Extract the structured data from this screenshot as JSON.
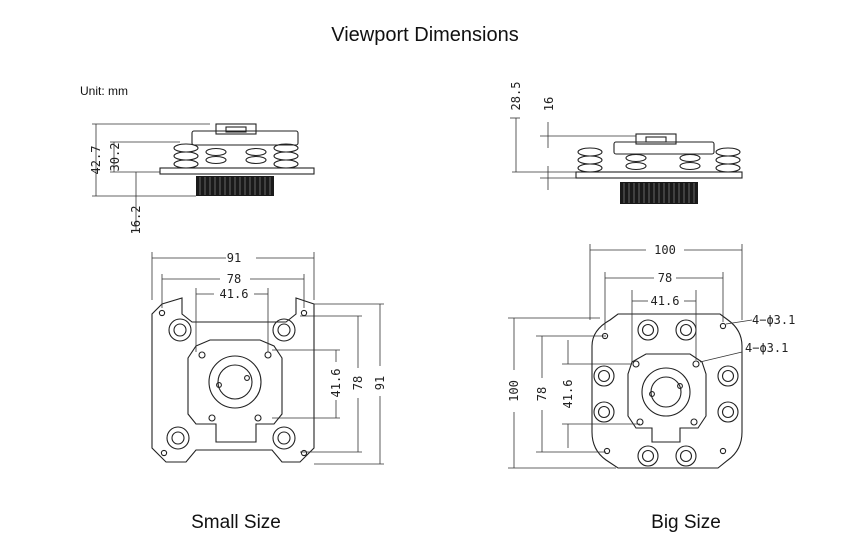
{
  "title": "Viewport Dimensions",
  "unit_label": "Unit: mm",
  "captions": {
    "small": "Small Size",
    "big": "Big Size"
  },
  "small": {
    "side": {
      "total_height": "42.7",
      "upper_height": "30.2",
      "lower_height": "16.2"
    },
    "plan": {
      "outer_width": "91",
      "mid_width": "78",
      "inner_width": "41.6",
      "inner_height": "41.6",
      "mid_height": "78",
      "outer_height": "91"
    }
  },
  "big": {
    "side": {
      "total_height": "28.5",
      "upper_height": "16"
    },
    "plan": {
      "outer_width": "100",
      "mid_width": "78",
      "inner_width": "41.6",
      "outer_height": "100",
      "mid_height": "78",
      "inner_height": "41.6",
      "hole_outer": "4−ϕ3.1",
      "hole_inner": "4−ϕ3.1"
    }
  }
}
